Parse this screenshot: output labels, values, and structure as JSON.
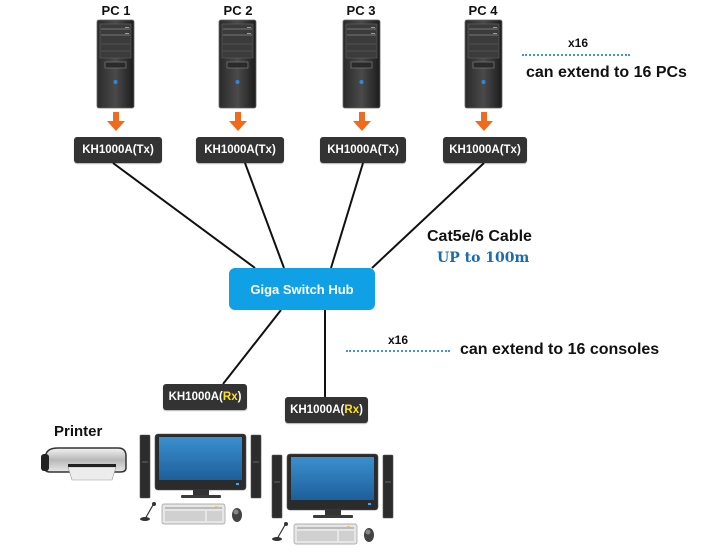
{
  "pcs": [
    {
      "label": "PC 1",
      "transmitter": "KH1000A(Tx)"
    },
    {
      "label": "PC 2",
      "transmitter": "KH1000A(Tx)"
    },
    {
      "label": "PC 3",
      "transmitter": "KH1000A(Tx)"
    },
    {
      "label": "PC 4",
      "transmitter": "KH1000A(Tx)"
    }
  ],
  "pc_note": {
    "multiplier": "x16",
    "text": "can extend to 16 PCs"
  },
  "hub": {
    "label": "Giga Switch Hub",
    "color": "#10a0e6"
  },
  "cable": {
    "title": "Cat5e/6 Cable",
    "distance": "UP to 100m",
    "distance_color": "#1a6ab0"
  },
  "console_note": {
    "multiplier": "x16",
    "text": "can extend to 16 consoles"
  },
  "receivers": [
    {
      "prefix": "KH1000A(",
      "highlight": "Rx",
      "suffix": ")"
    },
    {
      "prefix": "KH1000A(",
      "highlight": "Rx",
      "suffix": ")"
    }
  ],
  "receiver_highlight_color": "#ffe11a",
  "printer": {
    "label": "Printer"
  },
  "arrow_color": "#f26a1b",
  "box_color": "#333333",
  "icons": [
    "pc-tower-icon",
    "down-arrow-icon",
    "monitor-icon",
    "speaker-icon",
    "keyboard-icon",
    "mouse-icon",
    "microphone-icon",
    "printer-icon"
  ]
}
